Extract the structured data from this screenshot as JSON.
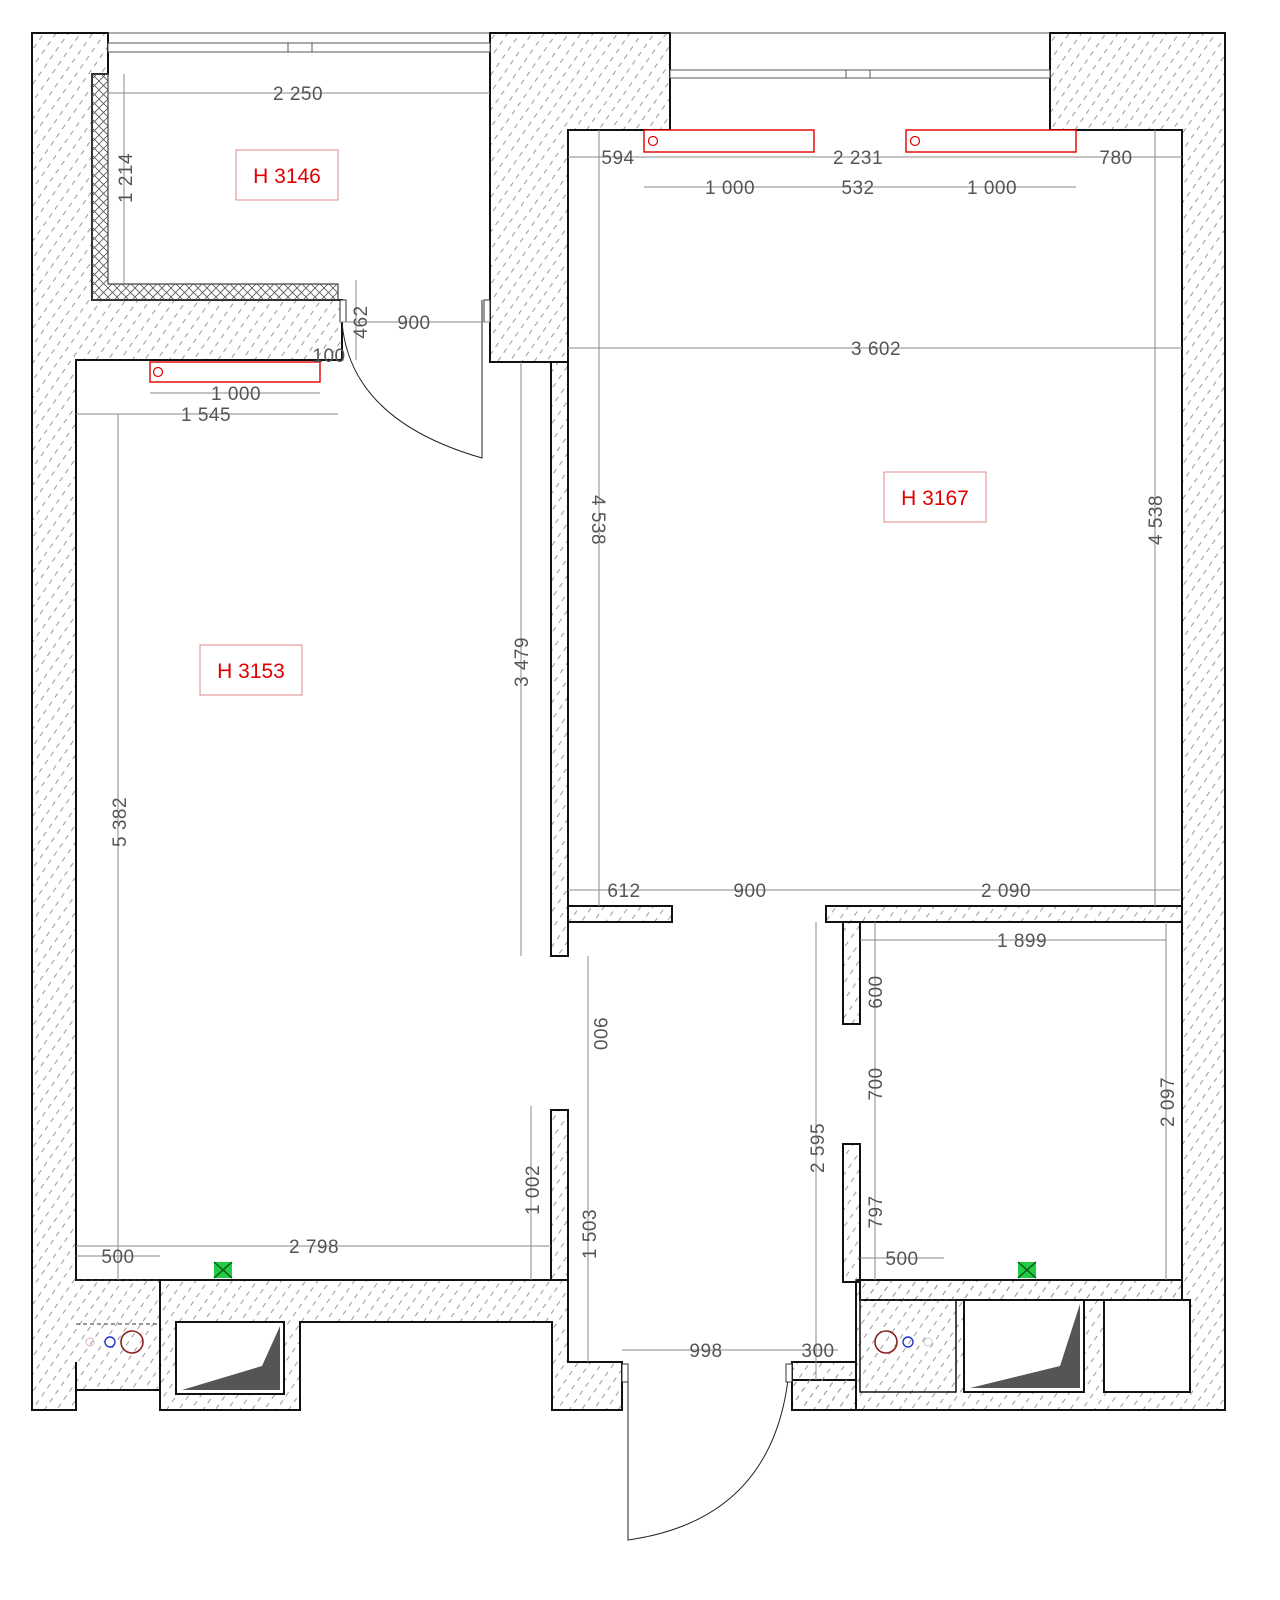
{
  "rooms": [
    {
      "label": "H 3146"
    },
    {
      "label": "H 3167"
    },
    {
      "label": "H 3153"
    }
  ],
  "dimensions": {
    "d2250": "2 250",
    "d1214": "1 214",
    "d462": "462",
    "d900_top": "900",
    "d100": "100",
    "d1000_left": "1 000",
    "d1545": "1 545",
    "d594": "594",
    "d2231": "2 231",
    "d780": "780",
    "d1000_a": "1 000",
    "d532": "532",
    "d1000_b": "1 000",
    "d3602": "3 602",
    "d4538_l": "4 538",
    "d4538_r": "4 538",
    "d3479": "3 479",
    "d5382": "5 382",
    "d612": "612",
    "d900_mid": "900",
    "d2090": "2 090",
    "d1899": "1 899",
    "d600": "600",
    "d900_v": "900",
    "d700": "700",
    "d2097": "2 097",
    "d2595": "2 595",
    "d1002": "1 002",
    "d1503": "1 503",
    "d797": "797",
    "d2798": "2 798",
    "d500_l": "500",
    "d500_r": "500",
    "d998": "998",
    "d300": "300"
  },
  "colors": {
    "room_label": "#e00000",
    "radiator": "#e00000",
    "valve": "#22cc44",
    "wall_line": "#111111",
    "hatch": "#aaaaaa"
  }
}
